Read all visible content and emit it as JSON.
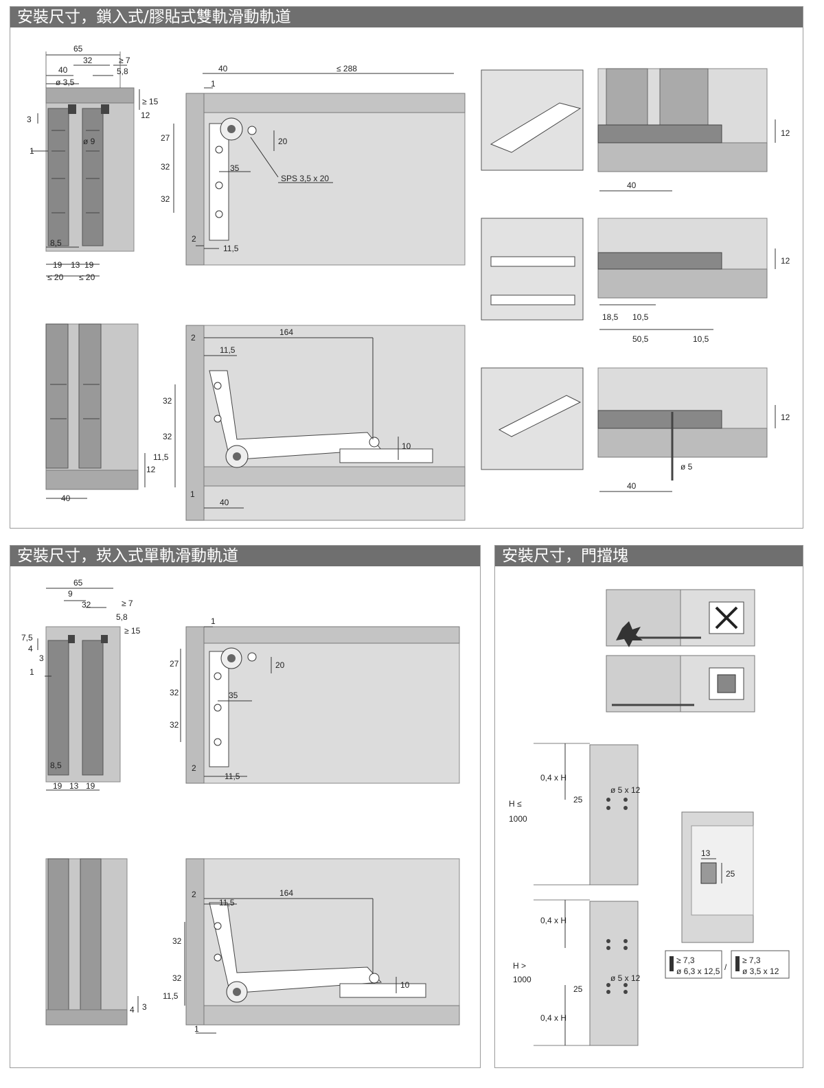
{
  "sections": {
    "double_track": {
      "title": "安裝尺寸，鎖入式/膠貼式雙軌滑動軌道",
      "section_view": {
        "d1": "65",
        "d2": "32",
        "d3": "≥ 7",
        "d4": "40",
        "d5": "5,8",
        "d6": "ø 3,5",
        "d7": "≥ 15",
        "d8": "12",
        "d9": "3",
        "d10": "ø 9",
        "d11": "1",
        "d12": "8,5",
        "d13": "19",
        "d14": "13",
        "d15": "19",
        "d16": "≤ 20",
        "d17": "≤ 20"
      },
      "top_fitting": {
        "d1": "40",
        "d2": "≤ 288",
        "d3": "1",
        "d4": "27",
        "d5": "20",
        "d6": "32",
        "d7": "35",
        "d8": "SPS 3,5 x 20",
        "d9": "32",
        "d10": "2",
        "d11": "11,5"
      },
      "bottom_section": {
        "d1": "40"
      },
      "bottom_fitting": {
        "d1": "2",
        "d2": "164",
        "d3": "11,5",
        "d4": "32",
        "d5": "32",
        "d6": "11,5",
        "d7": "10",
        "d8": "12",
        "d9": "1",
        "d10": "40"
      },
      "track_details": {
        "a1": "12",
        "a2": "40",
        "b1": "12",
        "b2": "18,5",
        "b3": "10,5",
        "b4": "50,5",
        "b5": "10,5",
        "c1": "12",
        "c2": "ø 5",
        "c3": "40"
      }
    },
    "single_track": {
      "title": "安裝尺寸，崁入式單軌滑動軌道",
      "section_view": {
        "d1": "65",
        "d2": "9",
        "d3": "32",
        "d4": "≥ 7",
        "d5": "5,8",
        "d6": "≥ 15",
        "d7": "7,5",
        "d8": "4",
        "d9": "3",
        "d10": "1",
        "d11": "8,5",
        "d12": "19",
        "d13": "13",
        "d14": "19"
      },
      "top_fitting": {
        "d1": "1",
        "d2": "27",
        "d3": "20",
        "d4": "32",
        "d5": "35",
        "d6": "32",
        "d7": "2",
        "d8": "11,5"
      },
      "bottom_section": {
        "d1": "4",
        "d2": "3"
      },
      "bottom_fitting": {
        "d1": "2",
        "d2": "164",
        "d3": "11,5",
        "d4": "32",
        "d5": "32",
        "d6": "11,5",
        "d7": "10",
        "d8": "1"
      }
    },
    "door_stop": {
      "title": "安裝尺寸，門擋塊",
      "small_door": {
        "a": "0,4 x H",
        "b": "ø 5 x 12",
        "c": "25",
        "d": "H ≤",
        "e": "1000"
      },
      "large_door": {
        "a": "0,4 x H",
        "b": "H >",
        "c": "1000",
        "d": "ø 5 x 12",
        "e": "25",
        "f": "0,4 x H"
      },
      "stop_block": {
        "a": "13",
        "b": "25"
      },
      "screw_a": {
        "a": "≥ 7,3",
        "b": "ø 6,3 x 12,5"
      },
      "separator": "/",
      "screw_b": {
        "a": "≥ 7,3",
        "b": "ø 3,5 x 12"
      }
    }
  },
  "colors": {
    "header": "#6f6f6f",
    "panel_fill": "#dcdcdc",
    "frame": "#9a9a9a",
    "stroke": "#333333"
  }
}
